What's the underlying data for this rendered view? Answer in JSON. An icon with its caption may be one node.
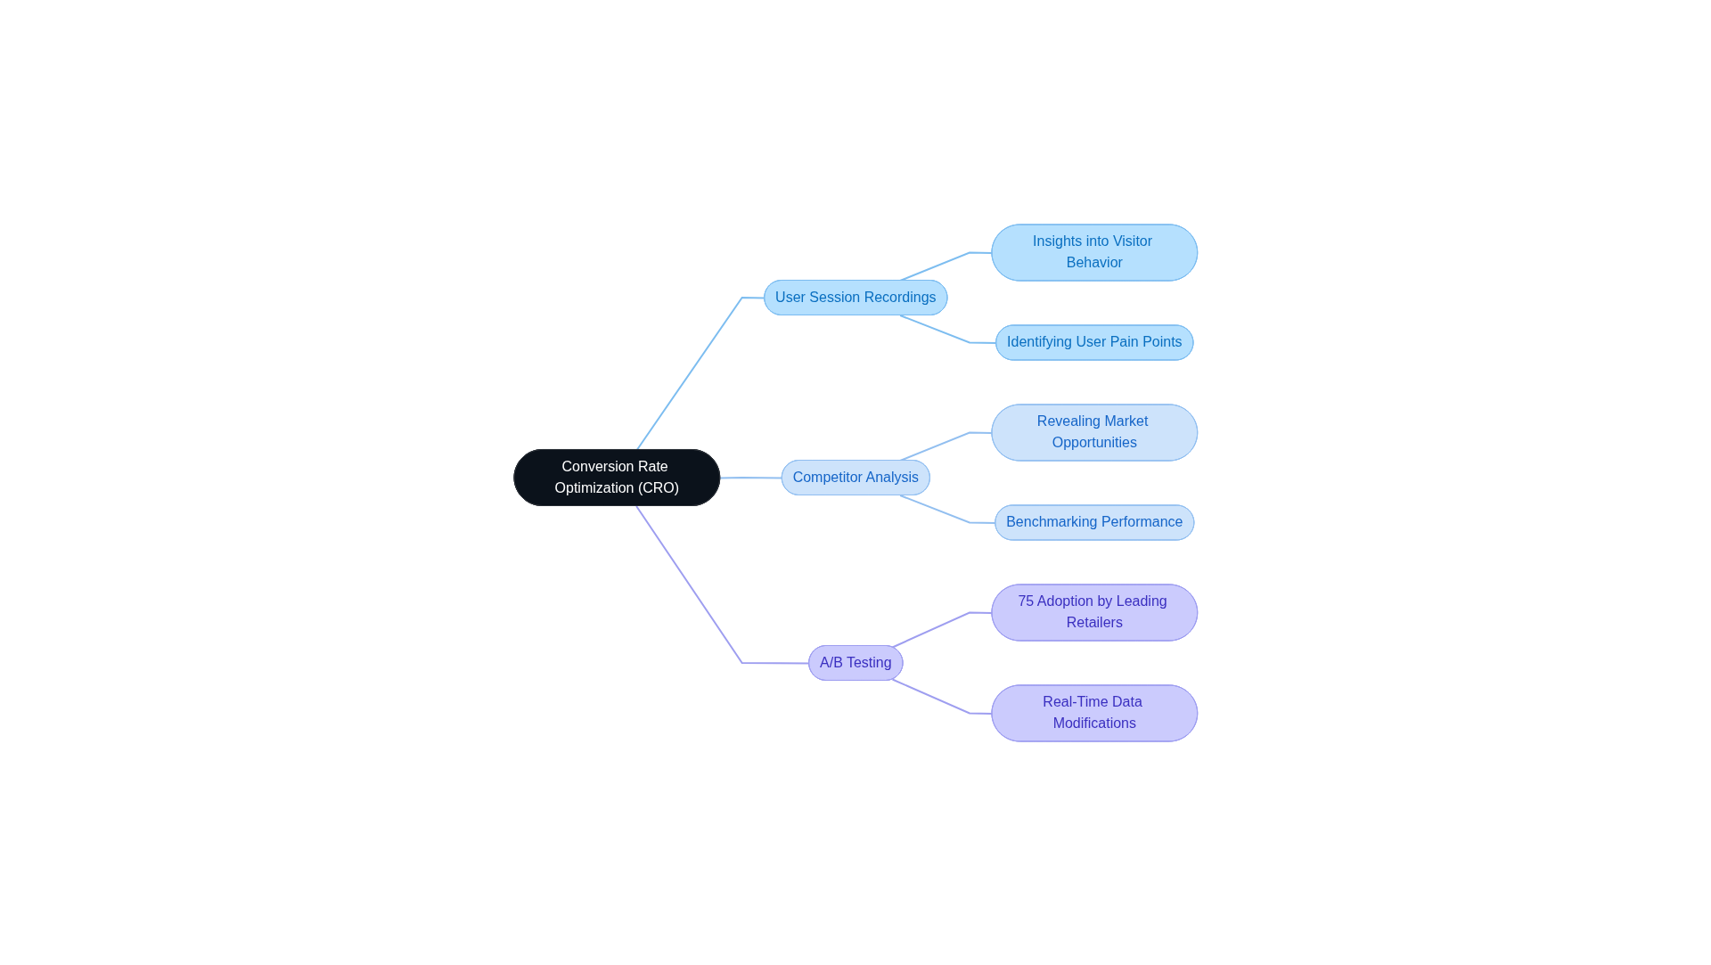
{
  "diagram": {
    "nodes": [
      {
        "text": [
          "Conversion Rate Optimization (CRO)"
        ]
      },
      {
        "text": [
          "User Session Recordings"
        ]
      },
      {
        "text": [
          "Insights into Visitor Behavior"
        ]
      },
      {
        "text": [
          "Identifying User Pain Points"
        ]
      },
      {
        "text": [
          "Competitor Analysis"
        ]
      },
      {
        "text": [
          "Revealing Market Opportunities"
        ]
      },
      {
        "text": [
          "Benchmarking Performance"
        ]
      },
      {
        "text": [
          "A/B Testing"
        ]
      },
      {
        "text": [
          "75 Adoption by Leading Retailers"
        ]
      },
      {
        "text": [
          "Real-Time Data Modifications"
        ]
      }
    ],
    "edges": [
      {
        "from": 0,
        "to": 1,
        "arrow": "none",
        "color": "#7dbdf0"
      },
      {
        "from": 1,
        "to": 2,
        "arrow": "none",
        "color": "#7dbdf0"
      },
      {
        "from": 1,
        "to": 3,
        "arrow": "none",
        "color": "#7dbdf0"
      },
      {
        "from": 0,
        "to": 4,
        "arrow": "none",
        "color": "#92bff0"
      },
      {
        "from": 4,
        "to": 5,
        "arrow": "none",
        "color": "#92bff0"
      },
      {
        "from": 4,
        "to": 6,
        "arrow": "none",
        "color": "#92bff0"
      },
      {
        "from": 0,
        "to": 7,
        "arrow": "none",
        "color": "#9e9ef0"
      },
      {
        "from": 7,
        "to": 8,
        "arrow": "none",
        "color": "#9e9ef0"
      },
      {
        "from": 7,
        "to": 9,
        "arrow": "none",
        "color": "#9e9ef0"
      }
    ]
  }
}
